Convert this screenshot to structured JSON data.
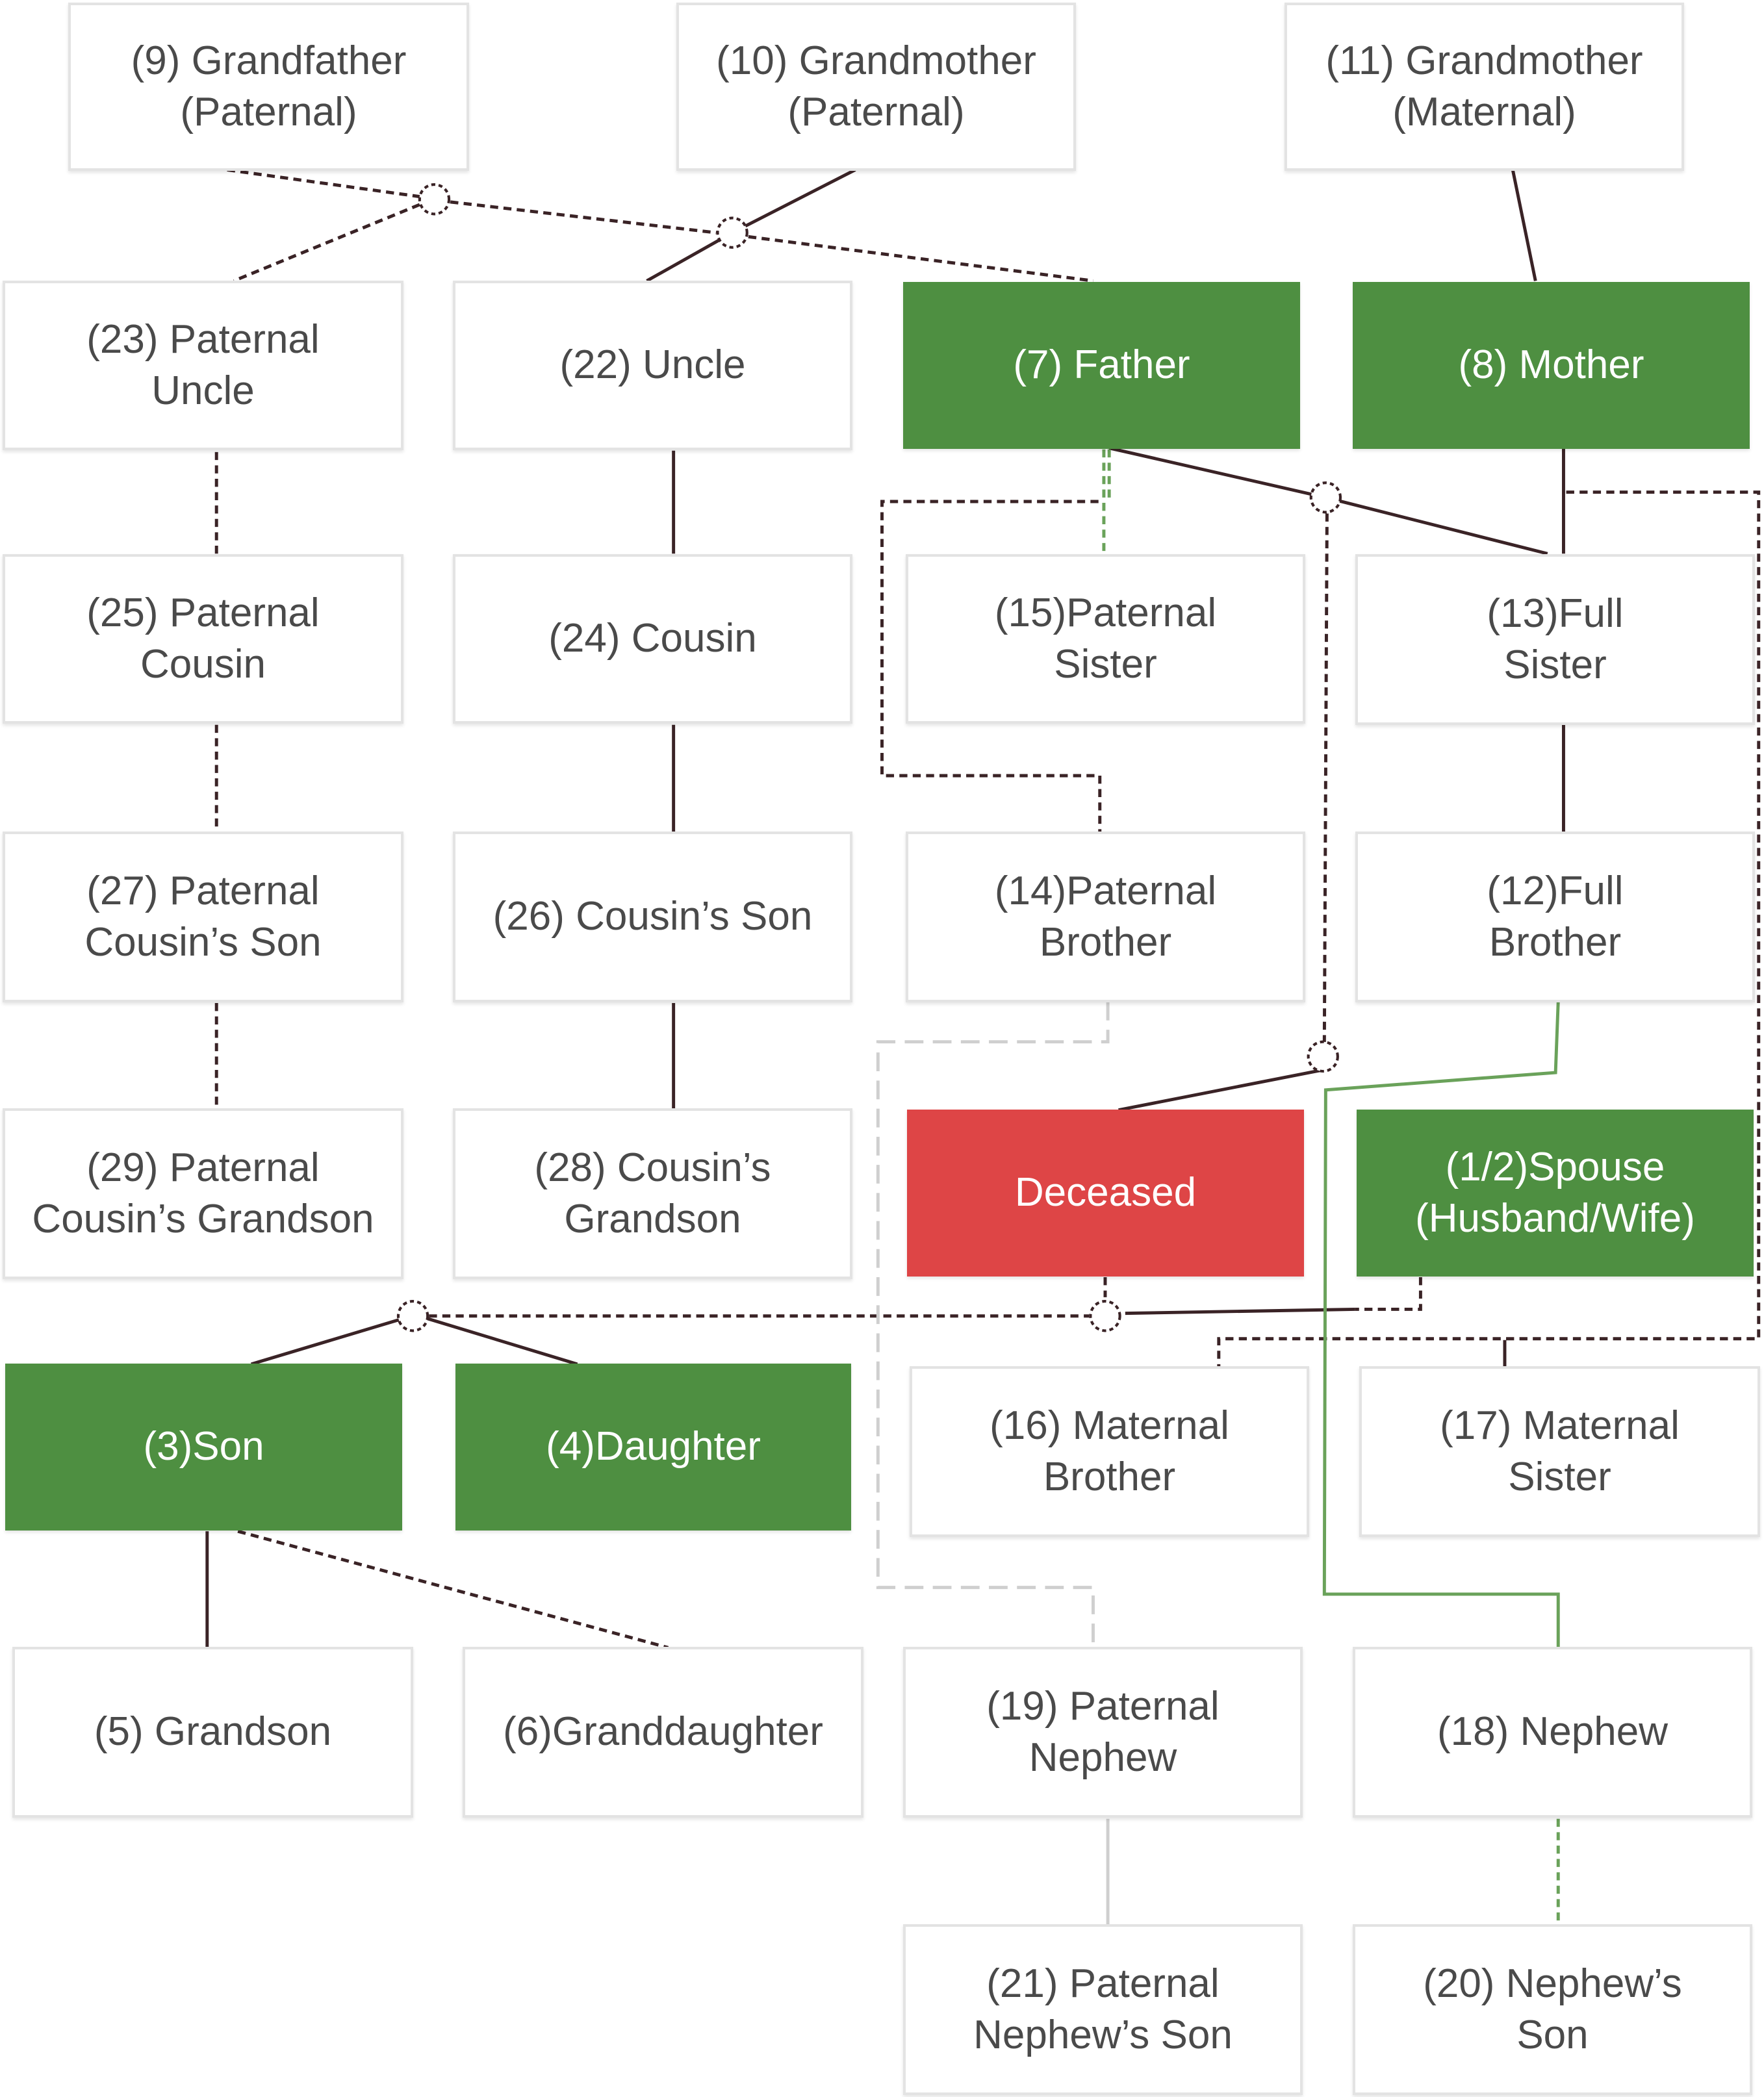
{
  "colors": {
    "highlight_green": "#4e8f41",
    "deceased_red": "#de4546",
    "box_border": "#e3e3e3",
    "text": "#4a4a4a",
    "line_dark": "#3a2326",
    "line_green": "#6aa25a",
    "line_gray": "#cfcfcf"
  },
  "nodes": {
    "n9": "(9) Grandfather\n(Paternal)",
    "n10": "(10) Grandmother\n(Paternal)",
    "n11": "(11) Grandmother\n(Maternal)",
    "n23": "(23) Paternal\nUncle",
    "n22": "(22) Uncle",
    "n7": "(7) Father",
    "n8": "(8) Mother",
    "n25": "(25) Paternal\nCousin",
    "n24": "(24) Cousin",
    "n15": "(15)Paternal\nSister",
    "n13": "(13)Full\nSister",
    "n27": "(27) Paternal\nCousin’s Son",
    "n26": "(26) Cousin’s Son",
    "n14": "(14)Paternal\nBrother",
    "n12": "(12)Full\nBrother",
    "n29": "(29) Paternal\nCousin’s Grandson",
    "n28": "(28) Cousin’s\nGrandson",
    "deceased": "Deceased",
    "spouse": "(1/2)Spouse\n(Husband/Wife)",
    "n3": "(3)Son",
    "n4": "(4)Daughter",
    "n16": "(16) Maternal\nBrother",
    "n17": "(17) Maternal\nSister",
    "n5": "(5) Grandson",
    "n6": "(6)Granddaughter",
    "n19": "(19) Paternal\nNephew",
    "n18": "(18) Nephew",
    "n21": "(21) Paternal\nNephew’s Son",
    "n20": "(20) Nephew’s\nSon"
  }
}
